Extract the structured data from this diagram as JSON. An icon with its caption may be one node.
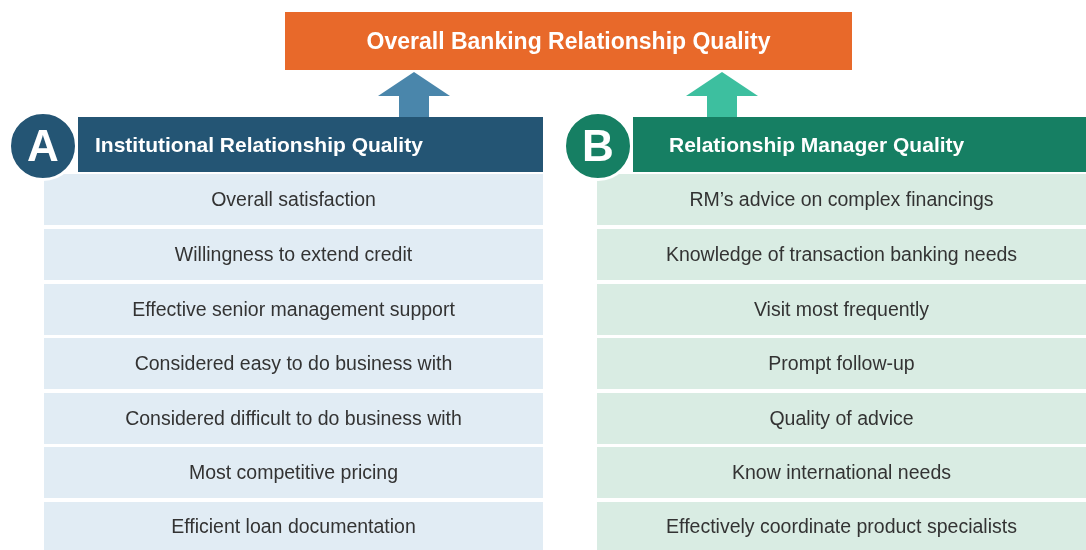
{
  "diagram": {
    "nodes": [
      {
        "text": [
          "Overall Banking Relationship Quality"
        ]
      },
      {
        "text": [
          "A"
        ]
      },
      {
        "text": [
          "Institutional Relationship Quality"
        ]
      },
      {
        "text": [
          "Overall satisfaction"
        ]
      },
      {
        "text": [
          "Willingness to extend credit"
        ]
      },
      {
        "text": [
          "Effective senior management support"
        ]
      },
      {
        "text": [
          "Considered easy to do business with"
        ]
      },
      {
        "text": [
          "Considered difficult to do business with"
        ]
      },
      {
        "text": [
          "Most competitive pricing"
        ]
      },
      {
        "text": [
          "Efficient loan documentation"
        ]
      },
      {
        "text": [
          "B"
        ]
      },
      {
        "text": [
          "Relationship Manager Quality"
        ]
      },
      {
        "text": [
          "RM’s advice on complex financings"
        ]
      },
      {
        "text": [
          "Knowledge of transaction banking needs"
        ]
      },
      {
        "text": [
          "Visit most frequently"
        ]
      },
      {
        "text": [
          "Prompt follow-up"
        ]
      },
      {
        "text": [
          "Quality of advice"
        ]
      },
      {
        "text": [
          "Know international needs"
        ]
      },
      {
        "text": [
          "Effectively coordinate product specialists"
        ]
      }
    ],
    "edges": [
      {
        "from": 2,
        "to": 0,
        "arrow": "to",
        "color": "#4a86ab"
      },
      {
        "from": 11,
        "to": 0,
        "arrow": "to",
        "color": "#3dbf9f"
      }
    ]
  }
}
